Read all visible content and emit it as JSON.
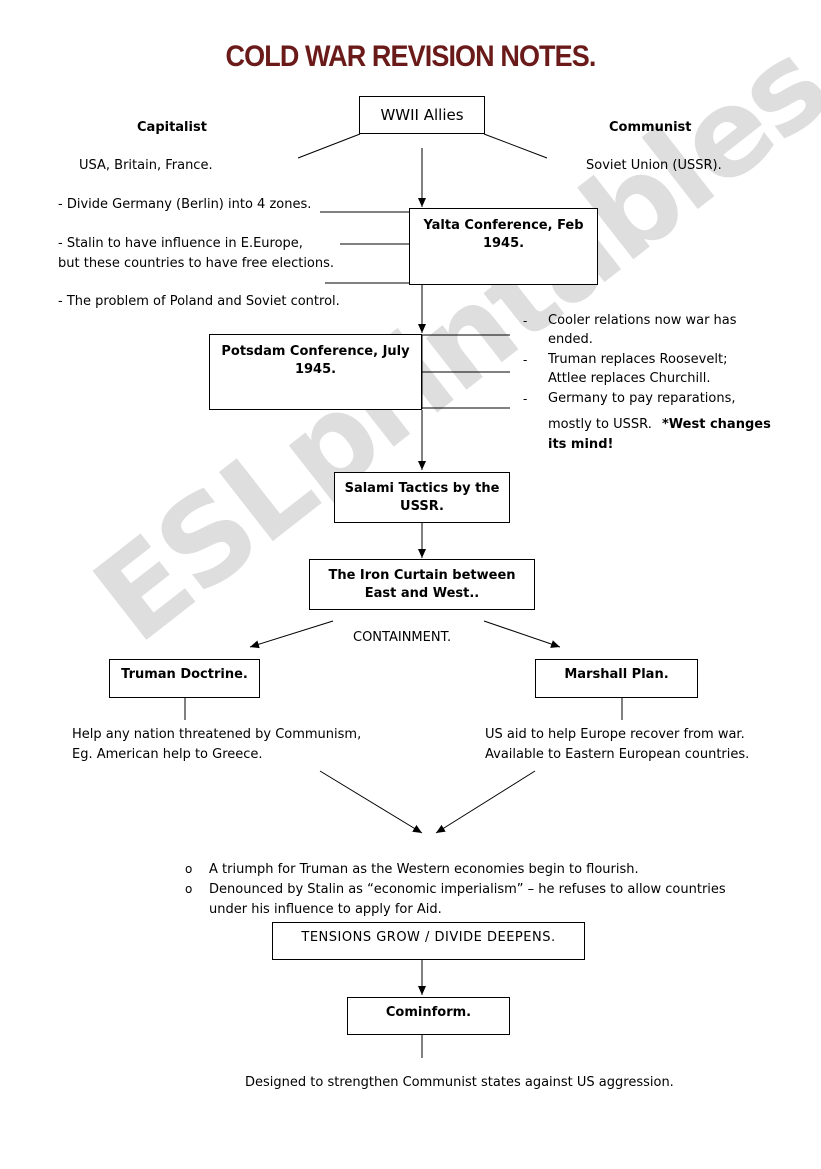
{
  "title": "COLD WAR REVISION NOTES.",
  "watermark": "ESLprintables.com",
  "allies": {
    "box": "WWII Allies",
    "capitalist": "Capitalist",
    "communist": "Communist",
    "capitalist_countries": "USA, Britain, France.",
    "communist_countries": "Soviet Union (USSR)."
  },
  "yalta": {
    "box": "Yalta Conference, Feb 1945.",
    "points": [
      "- Divide Germany (Berlin) into 4 zones.",
      "- Stalin to have influence in E.Europe,",
      "but these countries to have free elections.",
      "- The problem of Poland and Soviet control."
    ]
  },
  "potsdam": {
    "box": "Potsdam Conference, July 1945.",
    "points": [
      "Cooler relations now war has",
      "ended.",
      "Truman replaces Roosevelt;",
      "Attlee replaces Churchill.",
      "Germany to pay reparations,",
      "mostly to USSR.",
      "*West changes",
      "its mind!"
    ]
  },
  "salami": "Salami Tactics by the USSR.",
  "iron_curtain": "The Iron Curtain between East and West..",
  "containment": "CONTAINMENT.",
  "truman": {
    "box": "Truman Doctrine.",
    "desc1": "Help any nation threatened by Communism,",
    "desc2": "Eg. American help to Greece."
  },
  "marshall": {
    "box": "Marshall Plan.",
    "desc1": "US aid to help Europe recover from war.",
    "desc2": "Available to Eastern European countries."
  },
  "outcomes": [
    "A triumph for Truman as the Western economies begin to flourish.",
    "Denounced by Stalin as “economic imperialism” – he refuses to allow countries",
    "under his influence to apply for Aid."
  ],
  "tensions": "TENSIONS GROW / DIVIDE DEEPENS.",
  "cominform": {
    "box": "Cominform.",
    "desc": "Designed to strengthen Communist states against US aggression."
  }
}
